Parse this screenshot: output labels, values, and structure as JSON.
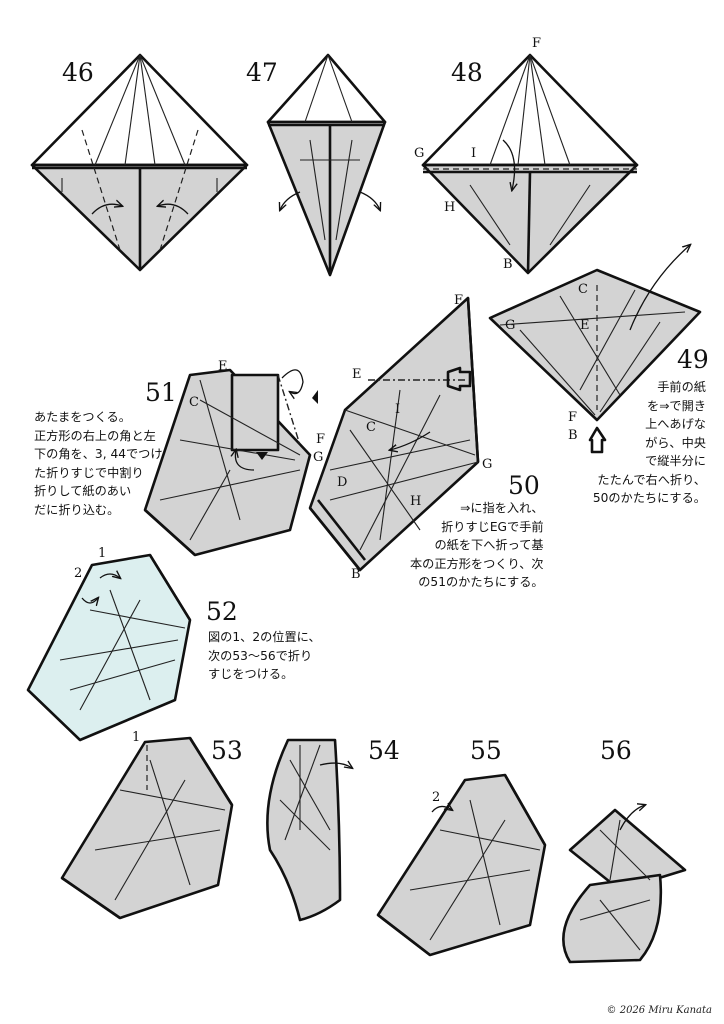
{
  "steps": {
    "s46": "46",
    "s47": "47",
    "s48": "48",
    "s49": "49",
    "s50": "50",
    "s51": "51",
    "s52": "52",
    "s53": "53",
    "s54": "54",
    "s55": "55",
    "s56": "56"
  },
  "labels": {
    "s48_F": "F",
    "s48_G": "G",
    "s48_I": "I",
    "s48_H": "H",
    "s48_B": "B",
    "s49_C": "C",
    "s49_G": "G",
    "s49_E": "E",
    "s49_F": "F",
    "s49_B": "B",
    "s50_F": "F",
    "s50_E": "E",
    "s50_I": "I",
    "s50_C": "C",
    "s50_D": "D",
    "s50_H": "H",
    "s50_G": "G",
    "s50_B": "B",
    "s51_E": "E",
    "s51_C": "C",
    "s51_F": "F",
    "s51_G": "G",
    "s52_1": "1",
    "s52_2": "2",
    "s53_1": "1",
    "s55_2": "2"
  },
  "notes": {
    "n49": "手前の紙\nを⇒で開き\n上へあげな\nがら、中央\nで縦半分に\nたたんで右へ折り、\n50のかたちにする。",
    "n50": "⇒に指を入れ、\n折りすじEGで手前\nの紙を下へ折って基\n本の正方形をつくり、次\nの51のかたちにする。",
    "n51": "あたまをつくる。\n正方形の右上の角と左\n下の角を、3, 44でつけ\nた折りすじで中割り\n折りして紙のあい\nだに折り込む。",
    "n52": "図の1、2の位置に、\n次の53～56で折り\nすじをつける。"
  },
  "copyright": "© 2026 Miru Kanata",
  "colors": {
    "paper": "#d3d3d3",
    "paper_light": "#dcefef",
    "ink": "#111111"
  }
}
